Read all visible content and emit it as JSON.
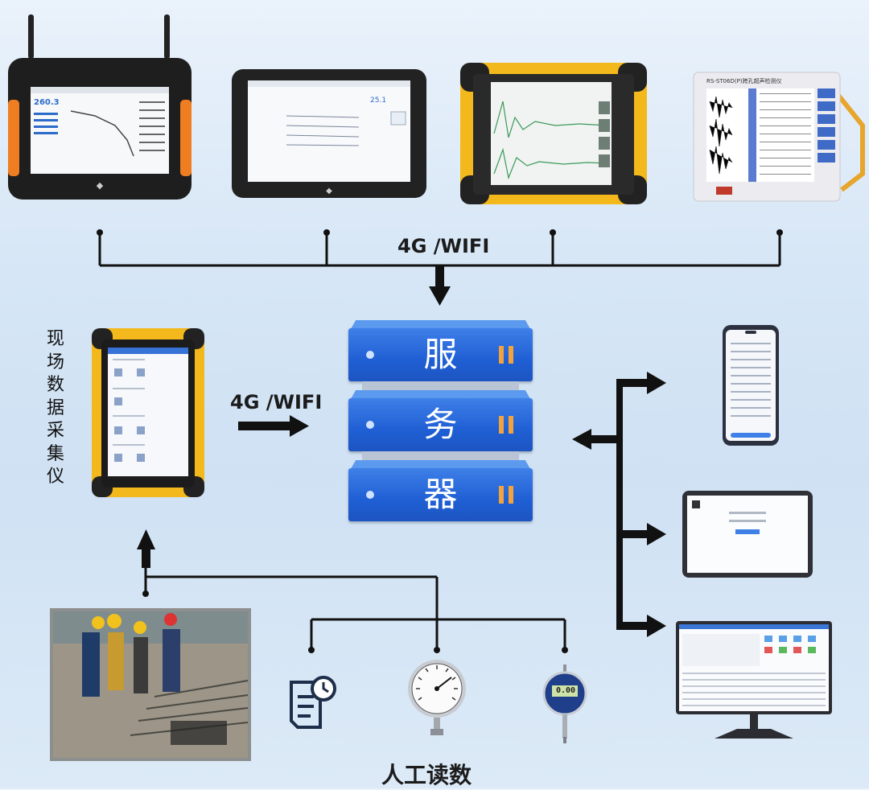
{
  "labels": {
    "top_link": "4G /WIFI",
    "side_link": "4G /WIFI",
    "collector": [
      "现",
      "场",
      "数",
      "据",
      "采",
      "集",
      "仪"
    ],
    "server": [
      "服",
      "务",
      "器"
    ],
    "manual_reading": "人工读数"
  },
  "devices": {
    "device1_value": "260.3",
    "device2_value": "25.1",
    "device4_title": "RS-ST06D(P)跨孔超声检测仪",
    "gauge_display": "0.00"
  },
  "colors": {
    "server_blue": "#2466d8",
    "accent_orange": "#f2a33c",
    "tablet_yellow": "#f3b81c",
    "tablet_orange": "#ef7d22",
    "line_black": "#111111"
  },
  "icons": [
    "antenna-icon",
    "tablet-icon",
    "server-icon",
    "phone-icon",
    "monitor-icon",
    "document-clock-icon",
    "pressure-gauge-icon",
    "dial-indicator-icon",
    "workers-photo"
  ]
}
